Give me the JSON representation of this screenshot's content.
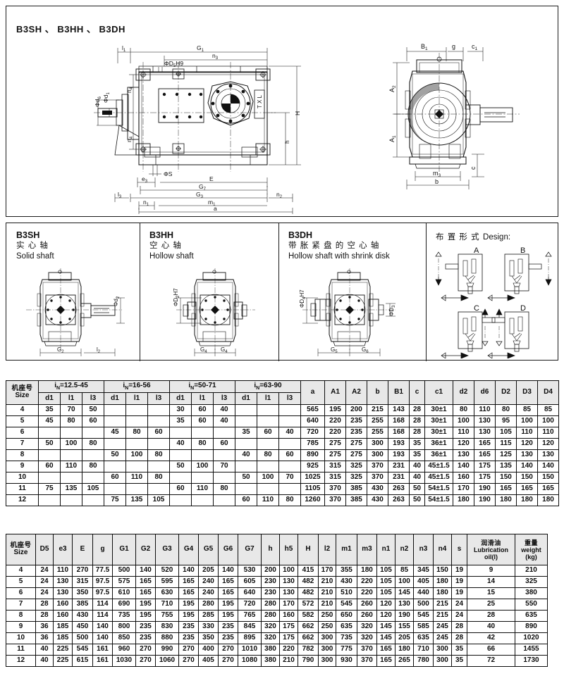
{
  "top_drawing": {
    "title": "B3SH 、 B3HH 、 B3DH",
    "labels_main": [
      "l1",
      "G1",
      "n3",
      "ΦD5H9",
      "Φd6",
      "Φd1",
      "n4",
      "n4",
      "H",
      "h",
      "T X L",
      "ΦS",
      "e3",
      "E",
      "G7",
      "G3",
      "l3",
      "n1",
      "m1",
      "n2",
      "a"
    ],
    "labels_side": [
      "B1",
      "g",
      "c1",
      "A2",
      "A1",
      "m3",
      "b",
      "c"
    ]
  },
  "mid_panels": [
    {
      "code": "B3SH",
      "cn": "实 心 轴",
      "en": "Solid shaft",
      "dims": [
        "Φd2",
        "G2",
        "l2"
      ]
    },
    {
      "code": "B3HH",
      "cn": "空 心 轴",
      "en": "Hollow shaft",
      "dims": [
        "ΦD2H7",
        "G4",
        "G4"
      ]
    },
    {
      "code": "B3DH",
      "cn": "带 胀 紧 盘 的 空 心 轴",
      "en": "Hollow shaft with shrink disk",
      "dims": [
        "ΦD4H7",
        "ΦD3",
        "G5",
        "G6"
      ]
    },
    {
      "code": "",
      "cn": "布 置 形 式",
      "en": "Design:",
      "variants": [
        "A",
        "B",
        "C",
        "D"
      ]
    }
  ],
  "table1": {
    "corner_cn": "机座号",
    "corner_en": "Size",
    "ratio_groups": [
      {
        "label_pre": "i",
        "label_sub": "N",
        "label_post": "=12.5-45"
      },
      {
        "label_pre": "i",
        "label_sub": "N",
        "label_post": "=16-56"
      },
      {
        "label_pre": "i",
        "label_sub": "N",
        "label_post": "=50-71"
      },
      {
        "label_pre": "i",
        "label_sub": "N",
        "label_post": "=63-90"
      }
    ],
    "sub_headers": [
      "d1",
      "l1",
      "l3"
    ],
    "right_headers": [
      "a",
      "A1",
      "A2",
      "b",
      "B1",
      "c",
      "c1",
      "d2",
      "d6",
      "D2",
      "D3",
      "D4"
    ],
    "rows": [
      {
        "size": "4",
        "g1": [
          "35",
          "70",
          "50"
        ],
        "g2": [
          "",
          "",
          ""
        ],
        "g3": [
          "30",
          "60",
          "40"
        ],
        "g4": [
          "",
          "",
          ""
        ],
        "right": [
          "565",
          "195",
          "200",
          "215",
          "143",
          "28",
          "30±1",
          "80",
          "110",
          "80",
          "85",
          "85"
        ]
      },
      {
        "size": "5",
        "g1": [
          "45",
          "80",
          "60"
        ],
        "g2": [
          "",
          "",
          ""
        ],
        "g3": [
          "35",
          "60",
          "40"
        ],
        "g4": [
          "",
          "",
          ""
        ],
        "right": [
          "640",
          "220",
          "235",
          "255",
          "168",
          "28",
          "30±1",
          "100",
          "130",
          "95",
          "100",
          "100"
        ]
      },
      {
        "size": "6",
        "g1": [
          "",
          "",
          ""
        ],
        "g2": [
          "45",
          "80",
          "60"
        ],
        "g3": [
          "",
          "",
          ""
        ],
        "g4": [
          "35",
          "60",
          "40"
        ],
        "right": [
          "720",
          "220",
          "235",
          "255",
          "168",
          "28",
          "30±1",
          "110",
          "130",
          "105",
          "110",
          "110"
        ]
      },
      {
        "size": "7",
        "g1": [
          "50",
          "100",
          "80"
        ],
        "g2": [
          "",
          "",
          ""
        ],
        "g3": [
          "40",
          "80",
          "60"
        ],
        "g4": [
          "",
          "",
          ""
        ],
        "right": [
          "785",
          "275",
          "275",
          "300",
          "193",
          "35",
          "36±1",
          "120",
          "165",
          "115",
          "120",
          "120"
        ]
      },
      {
        "size": "8",
        "g1": [
          "",
          "",
          ""
        ],
        "g2": [
          "50",
          "100",
          "80"
        ],
        "g3": [
          "",
          "",
          ""
        ],
        "g4": [
          "40",
          "80",
          "60"
        ],
        "right": [
          "890",
          "275",
          "275",
          "300",
          "193",
          "35",
          "36±1",
          "130",
          "165",
          "125",
          "130",
          "130"
        ]
      },
      {
        "size": "9",
        "g1": [
          "60",
          "110",
          "80"
        ],
        "g2": [
          "",
          "",
          ""
        ],
        "g3": [
          "50",
          "100",
          "70"
        ],
        "g4": [
          "",
          "",
          ""
        ],
        "right": [
          "925",
          "315",
          "325",
          "370",
          "231",
          "40",
          "45±1.5",
          "140",
          "175",
          "135",
          "140",
          "140"
        ]
      },
      {
        "size": "10",
        "g1": [
          "",
          "",
          ""
        ],
        "g2": [
          "60",
          "110",
          "80"
        ],
        "g3": [
          "",
          "",
          ""
        ],
        "g4": [
          "50",
          "100",
          "70"
        ],
        "right": [
          "1025",
          "315",
          "325",
          "370",
          "231",
          "40",
          "45±1.5",
          "160",
          "175",
          "150",
          "150",
          "150"
        ]
      },
      {
        "size": "11",
        "g1": [
          "75",
          "135",
          "105"
        ],
        "g2": [
          "",
          "",
          ""
        ],
        "g3": [
          "60",
          "110",
          "80"
        ],
        "g4": [
          "",
          "",
          ""
        ],
        "right": [
          "1105",
          "370",
          "385",
          "430",
          "263",
          "50",
          "54±1.5",
          "170",
          "190",
          "165",
          "165",
          "165"
        ]
      },
      {
        "size": "12",
        "g1": [
          "",
          "",
          ""
        ],
        "g2": [
          "75",
          "135",
          "105"
        ],
        "g3": [
          "",
          "",
          ""
        ],
        "g4": [
          "60",
          "110",
          "80"
        ],
        "right": [
          "1260",
          "370",
          "385",
          "430",
          "263",
          "50",
          "54±1.5",
          "180",
          "190",
          "180",
          "180",
          "180"
        ]
      }
    ]
  },
  "table2": {
    "corner_cn": "机座号",
    "corner_en": "Size",
    "headers": [
      "D5",
      "e3",
      "E",
      "g",
      "G1",
      "G2",
      "G3",
      "G4",
      "G5",
      "G6",
      "G7",
      "h",
      "h5",
      "H",
      "l2",
      "m1",
      "m3",
      "n1",
      "n2",
      "n3",
      "n4",
      "s"
    ],
    "lub_cn": "润滑油",
    "lub_en": "Lubrication",
    "lub_unit": "oil(l)",
    "weight_cn": "重量",
    "weight_en": "weight",
    "weight_unit": "(kg)",
    "rows": [
      {
        "size": "4",
        "vals": [
          "24",
          "110",
          "270",
          "77.5",
          "500",
          "140",
          "520",
          "140",
          "205",
          "140",
          "530",
          "200",
          "100",
          "415",
          "170",
          "355",
          "180",
          "105",
          "85",
          "345",
          "150",
          "19"
        ],
        "lub": "9",
        "weight": "210"
      },
      {
        "size": "5",
        "vals": [
          "24",
          "130",
          "315",
          "97.5",
          "575",
          "165",
          "595",
          "165",
          "240",
          "165",
          "605",
          "230",
          "130",
          "482",
          "210",
          "430",
          "220",
          "105",
          "100",
          "405",
          "180",
          "19"
        ],
        "lub": "14",
        "weight": "325"
      },
      {
        "size": "6",
        "vals": [
          "24",
          "130",
          "350",
          "97.5",
          "610",
          "165",
          "630",
          "165",
          "240",
          "165",
          "640",
          "230",
          "130",
          "482",
          "210",
          "510",
          "220",
          "105",
          "145",
          "440",
          "180",
          "19"
        ],
        "lub": "15",
        "weight": "380"
      },
      {
        "size": "7",
        "vals": [
          "28",
          "160",
          "385",
          "114",
          "690",
          "195",
          "710",
          "195",
          "280",
          "195",
          "720",
          "280",
          "170",
          "572",
          "210",
          "545",
          "260",
          "120",
          "130",
          "500",
          "215",
          "24"
        ],
        "lub": "25",
        "weight": "550"
      },
      {
        "size": "8",
        "vals": [
          "28",
          "160",
          "430",
          "114",
          "735",
          "195",
          "755",
          "195",
          "285",
          "195",
          "765",
          "280",
          "160",
          "582",
          "250",
          "650",
          "260",
          "120",
          "190",
          "545",
          "215",
          "24"
        ],
        "lub": "28",
        "weight": "635"
      },
      {
        "size": "9",
        "vals": [
          "36",
          "185",
          "450",
          "140",
          "800",
          "235",
          "830",
          "235",
          "330",
          "235",
          "845",
          "320",
          "175",
          "662",
          "250",
          "635",
          "320",
          "145",
          "155",
          "585",
          "245",
          "28"
        ],
        "lub": "40",
        "weight": "890"
      },
      {
        "size": "10",
        "vals": [
          "36",
          "185",
          "500",
          "140",
          "850",
          "235",
          "880",
          "235",
          "350",
          "235",
          "895",
          "320",
          "175",
          "662",
          "300",
          "735",
          "320",
          "145",
          "205",
          "635",
          "245",
          "28"
        ],
        "lub": "42",
        "weight": "1020"
      },
      {
        "size": "11",
        "vals": [
          "40",
          "225",
          "545",
          "161",
          "960",
          "270",
          "990",
          "270",
          "400",
          "270",
          "1010",
          "380",
          "220",
          "782",
          "300",
          "775",
          "370",
          "165",
          "180",
          "710",
          "300",
          "35"
        ],
        "lub": "66",
        "weight": "1455"
      },
      {
        "size": "12",
        "vals": [
          "40",
          "225",
          "615",
          "161",
          "1030",
          "270",
          "1060",
          "270",
          "405",
          "270",
          "1080",
          "380",
          "210",
          "790",
          "300",
          "930",
          "370",
          "165",
          "265",
          "780",
          "300",
          "35"
        ],
        "lub": "72",
        "weight": "1730"
      }
    ]
  },
  "colors": {
    "line": "#111111",
    "header_bg": "#e8e8e8",
    "paper": "#ffffff"
  }
}
